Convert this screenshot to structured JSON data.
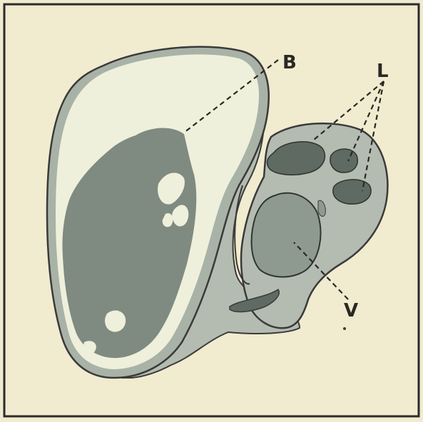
{
  "labels": {
    "b": "B",
    "l": "L",
    "v": "V"
  },
  "colors": {
    "paper": "#f1ebcf",
    "frame": "#2b2b2b",
    "outline": "#3a3a3a",
    "pale_body": "#eef0dc",
    "shadow_rim": "#a9b2a6",
    "tissue": "#b4bcb1",
    "dark_mass": "#7f8a80",
    "vessel_dark": "#5e6a62",
    "vessel_light": "#8e9a90",
    "leader": "#2a2824"
  }
}
